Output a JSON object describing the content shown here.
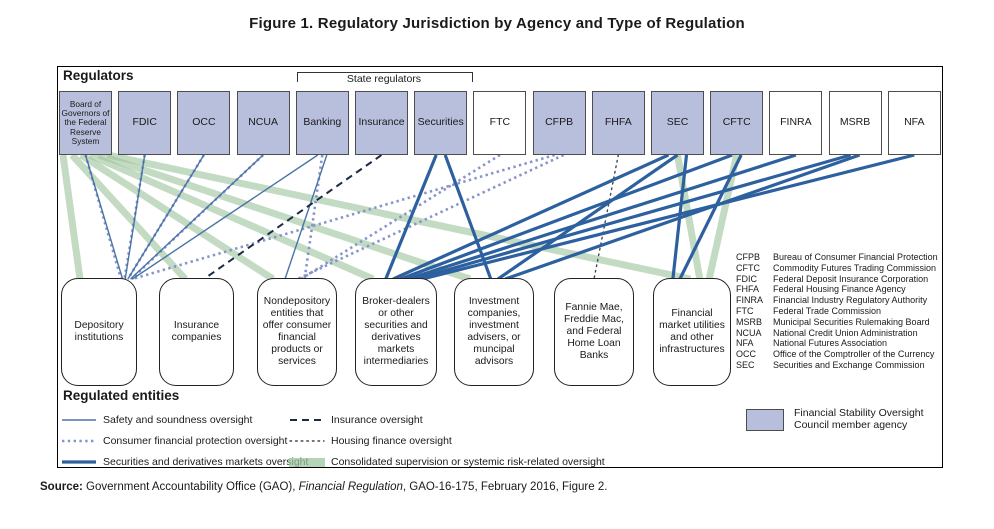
{
  "title": "Figure 1. Regulatory Jurisdiction by Agency and Type of Regulation",
  "diagram": {
    "regulators_label": "Regulators",
    "state_regulators_label": "State regulators",
    "regulated_entities_label": "Regulated entities",
    "regulators": [
      {
        "id": "fed",
        "label": "Board of Governors of the Federal Reserve System",
        "fsoc_member": true
      },
      {
        "id": "fdic",
        "label": "FDIC",
        "fsoc_member": true
      },
      {
        "id": "occ",
        "label": "OCC",
        "fsoc_member": true
      },
      {
        "id": "ncua",
        "label": "NCUA",
        "fsoc_member": true
      },
      {
        "id": "banking",
        "label": "Banking",
        "fsoc_member": true
      },
      {
        "id": "insurance",
        "label": "Insurance",
        "fsoc_member": true
      },
      {
        "id": "securities",
        "label": "Securities",
        "fsoc_member": true
      },
      {
        "id": "ftc",
        "label": "FTC",
        "fsoc_member": false
      },
      {
        "id": "cfpb",
        "label": "CFPB",
        "fsoc_member": true
      },
      {
        "id": "fhfa",
        "label": "FHFA",
        "fsoc_member": true
      },
      {
        "id": "sec",
        "label": "SEC",
        "fsoc_member": true
      },
      {
        "id": "cftc",
        "label": "CFTC",
        "fsoc_member": true
      },
      {
        "id": "finra",
        "label": "FINRA",
        "fsoc_member": false
      },
      {
        "id": "msrb",
        "label": "MSRB",
        "fsoc_member": false
      },
      {
        "id": "nfa",
        "label": "NFA",
        "fsoc_member": false
      }
    ],
    "entities": [
      {
        "id": "dep",
        "label": "Depository institutions"
      },
      {
        "id": "ins",
        "label": "Insurance companies"
      },
      {
        "id": "nondep",
        "label": "Nondepository entities that offer consumer financial products or services"
      },
      {
        "id": "broker",
        "label": "Broker-dealers or other securities and derivatives markets intermediaries"
      },
      {
        "id": "inv",
        "label": "Investment companies, investment advisers, or muncipal advisors"
      },
      {
        "id": "fannie",
        "label": "Fannie Mae, Freddie Mac, and Federal Home Loan Banks"
      },
      {
        "id": "fmu",
        "label": "Financial market utilities and other infrastructures"
      }
    ],
    "connections": [
      {
        "from": "fed",
        "to": "dep",
        "type": "consolidated"
      },
      {
        "from": "fed",
        "to": "ins",
        "type": "consolidated"
      },
      {
        "from": "fed",
        "to": "nondep",
        "type": "consolidated"
      },
      {
        "from": "fed",
        "to": "broker",
        "type": "consolidated"
      },
      {
        "from": "fed",
        "to": "inv",
        "type": "consolidated"
      },
      {
        "from": "fed",
        "to": "fmu",
        "type": "consolidated"
      },
      {
        "from": "sec",
        "to": "fmu",
        "type": "consolidated"
      },
      {
        "from": "cftc",
        "to": "fmu",
        "type": "consolidated"
      },
      {
        "from": "fed",
        "to": "dep",
        "type": "consumer"
      },
      {
        "from": "fdic",
        "to": "dep",
        "type": "consumer"
      },
      {
        "from": "occ",
        "to": "dep",
        "type": "consumer"
      },
      {
        "from": "ncua",
        "to": "dep",
        "type": "consumer"
      },
      {
        "from": "cfpb",
        "to": "dep",
        "type": "consumer"
      },
      {
        "from": "cfpb",
        "to": "nondep",
        "type": "consumer"
      },
      {
        "from": "ftc",
        "to": "nondep",
        "type": "consumer"
      },
      {
        "from": "banking",
        "to": "nondep",
        "type": "consumer"
      },
      {
        "from": "fed",
        "to": "dep",
        "type": "safety"
      },
      {
        "from": "fdic",
        "to": "dep",
        "type": "safety"
      },
      {
        "from": "occ",
        "to": "dep",
        "type": "safety"
      },
      {
        "from": "ncua",
        "to": "dep",
        "type": "safety"
      },
      {
        "from": "banking",
        "to": "dep",
        "type": "safety"
      },
      {
        "from": "banking",
        "to": "nondep",
        "type": "safety"
      },
      {
        "from": "insurance",
        "to": "ins",
        "type": "insurance"
      },
      {
        "from": "fhfa",
        "to": "fannie",
        "type": "housing"
      },
      {
        "from": "securities",
        "to": "broker",
        "type": "securities"
      },
      {
        "from": "securities",
        "to": "inv",
        "type": "securities"
      },
      {
        "from": "sec",
        "to": "broker",
        "type": "securities"
      },
      {
        "from": "sec",
        "to": "inv",
        "type": "securities"
      },
      {
        "from": "sec",
        "to": "fmu",
        "type": "securities"
      },
      {
        "from": "cftc",
        "to": "broker",
        "type": "securities"
      },
      {
        "from": "cftc",
        "to": "fmu",
        "type": "securities"
      },
      {
        "from": "finra",
        "to": "broker",
        "type": "securities"
      },
      {
        "from": "msrb",
        "to": "broker",
        "type": "securities"
      },
      {
        "from": "msrb",
        "to": "inv",
        "type": "securities"
      },
      {
        "from": "nfa",
        "to": "broker",
        "type": "securities"
      }
    ]
  },
  "legend": {
    "col1": [
      {
        "type": "safety",
        "label": "Safety and soundness oversight"
      },
      {
        "type": "consumer",
        "label": "Consumer financial protection oversight"
      },
      {
        "type": "securities",
        "label": "Securities and derivatives markets oversight"
      }
    ],
    "col2": [
      {
        "type": "insurance",
        "label": "Insurance oversight"
      },
      {
        "type": "housing",
        "label": "Housing finance oversight"
      },
      {
        "type": "consolidated",
        "label": "Consolidated supervision or systemic risk-related oversight"
      }
    ],
    "fsoc": {
      "line1": "Financial Stability Oversight",
      "line2": "Council member agency"
    }
  },
  "abbreviations": [
    {
      "abbr": "CFPB",
      "name": "Bureau of Consumer Financial Protection"
    },
    {
      "abbr": "CFTC",
      "name": "Commodity Futures Trading Commission"
    },
    {
      "abbr": "FDIC",
      "name": "Federal Deposit Insurance Corporation"
    },
    {
      "abbr": "FHFA",
      "name": "Federal Housing Finance Agency"
    },
    {
      "abbr": "FINRA",
      "name": "Financial Industry Regulatory Authority"
    },
    {
      "abbr": "FTC",
      "name": "Federal Trade Commission"
    },
    {
      "abbr": "MSRB",
      "name": "Municipal Securities Rulemaking Board"
    },
    {
      "abbr": "NCUA",
      "name": "National Credit Union Administration"
    },
    {
      "abbr": "NFA",
      "name": "National Futures Association"
    },
    {
      "abbr": "OCC",
      "name": "Office of the Comptroller of the Currency"
    },
    {
      "abbr": "SEC",
      "name": "Securities and Exchange Commission"
    }
  ],
  "source": {
    "prefix": "Source:",
    "before_italic": " Government Accountability Office (GAO), ",
    "italic": "Financial Regulation",
    "after_italic": ", GAO-16-175, February 2016, Figure 2."
  },
  "colors": {
    "fsoc_member_fill": "#b8bfdc",
    "safety": "#4a74a8",
    "consumer": "#8695c9",
    "securities": "#2d609f",
    "insurance": "#1c2b45",
    "housing": "#3c4658",
    "consolidated": "#9ec59e"
  }
}
